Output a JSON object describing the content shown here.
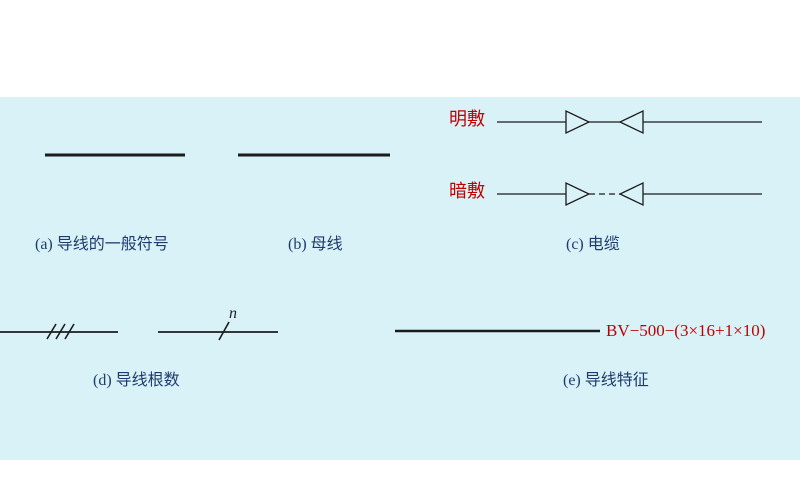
{
  "canvas": {
    "background": "#ffffff",
    "panel_background": "#d9f2f8"
  },
  "colors": {
    "caption_text": "#1f3b6d",
    "red_text": "#c00000",
    "line": "#1c1c1c"
  },
  "symbols": {
    "a": {
      "caption": "(a) 导线的一般符号"
    },
    "b": {
      "caption": "(b) 母线"
    },
    "c": {
      "caption": "(c) 电缆",
      "surface_label": "明敷",
      "concealed_label": "暗敷"
    },
    "d": {
      "caption": "(d) 导线根数",
      "count_label": "n"
    },
    "e": {
      "caption": "(e) 导线特征",
      "spec": "BV−500−(3×16+1×10)"
    }
  },
  "icons": {
    "cable_marker_right": "open-triangle-right-icon",
    "cable_marker_left": "open-triangle-left-icon",
    "wire_count_strokes": "slash-tick-icon"
  }
}
